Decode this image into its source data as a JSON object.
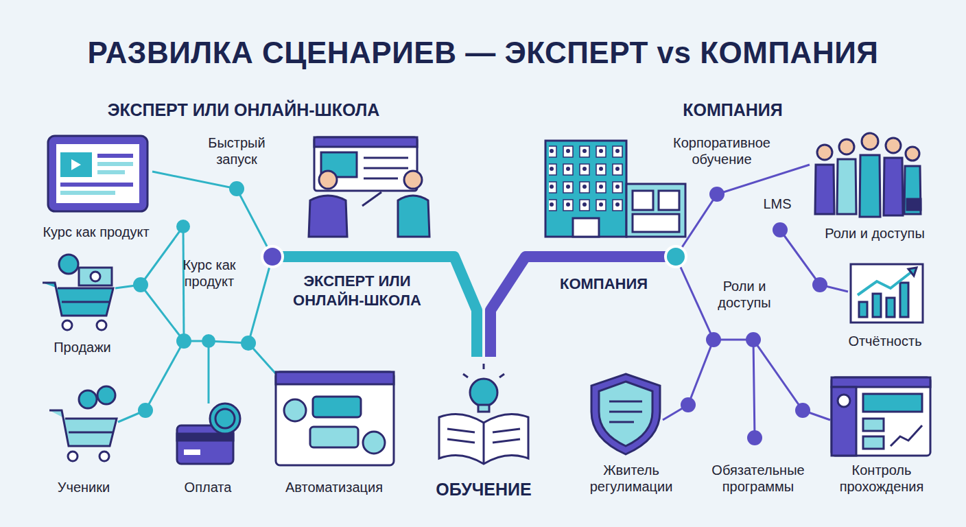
{
  "diagram": {
    "title": "РАЗВИЛКА СЦЕНАРИЕВ — ЭКСПЕРТ vs КОМПАНИЯ",
    "nodes": [
      {
        "text": [
          "ЭКСПЕРТ ИЛИ ОНЛАЙН-ШКОЛА"
        ]
      },
      {
        "text": [
          "КОМПАНИЯ"
        ]
      },
      {
        "text": [
          "ОБУЧЕНИЕ"
        ]
      }
    ],
    "edges": [
      {
        "from": 2,
        "to": 0,
        "arrow": "none"
      },
      {
        "from": 2,
        "to": 1,
        "arrow": "none"
      }
    ],
    "labels": [
      "ЭКСПЕРТ ИЛИ ОНЛАЙН-ШКОЛА",
      "КОМПАНИЯ",
      "Быстрый запуск",
      "Курс как продукт",
      "Курс как продукт",
      "Продажи",
      "Ученики",
      "Оплата",
      "Автоматизация",
      "Корпоративное обучение",
      "LMS",
      "Роли и доступы",
      "Роли и доступы",
      "Отчётность",
      "Жвитель регулимации",
      "Обязательные программы",
      "Контроль прохождения"
    ]
  }
}
